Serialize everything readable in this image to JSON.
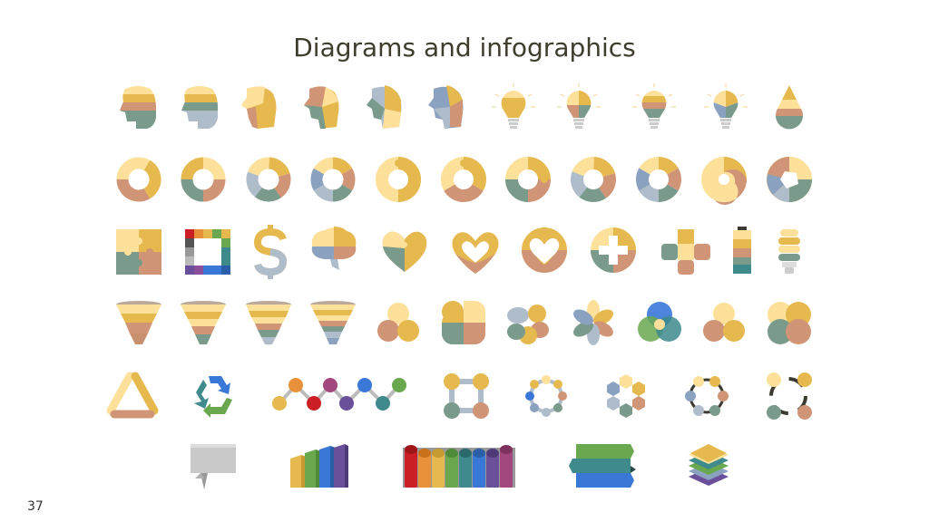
{
  "slide": {
    "title": "Diagrams and infographics",
    "page_number": "37"
  },
  "palette": {
    "yellow": "#e6b94f",
    "light_yellow": "#fde19b",
    "terracotta": "#d09476",
    "sage": "#7a9a8b",
    "slate": "#afbdca",
    "blue_grey": "#8ba1c0",
    "red": "#cc1f25",
    "orange": "#e8913a",
    "green": "#6aa84f",
    "blue": "#3a78d8",
    "purple": "#6a4f9a",
    "teal": "#3e8a8c",
    "grey": "#c9c9c9",
    "dark": "#3a3a30"
  },
  "icon_rows": [
    {
      "name": "heads-and-bulbs",
      "icons": [
        "head-stripes-icon",
        "head-stripes-icon",
        "head-puzzle-icon",
        "head-puzzle-icon",
        "head-puzzle-icon",
        "head-puzzle-icon",
        "bulb-stripes-icon",
        "bulb-segments-icon",
        "bulb-stripes-icon",
        "bulb-segments-icon",
        "drop-stripes-icon"
      ]
    },
    {
      "name": "rings",
      "icons": [
        "ring-cycle-icon",
        "ring-cycle-icon",
        "ring-cycle-icon",
        "ring-cycle-icon",
        "ring-puzzle-icon",
        "ring-puzzle-icon",
        "ring-puzzle-icon",
        "ring-puzzle-icon",
        "ring-puzzle-icon",
        "swirl-icon",
        "aperture-icon"
      ]
    },
    {
      "name": "shapes",
      "icons": [
        "puzzle-square-icon",
        "puzzle-frame-icon",
        "dollar-icon",
        "brain-puzzle-icon",
        "heart-puzzle-icon",
        "heart-ring-icon",
        "heart-circle-icon",
        "cross-circle-icon",
        "cross-puzzle-icon",
        "battery-icon",
        "lamp-icon"
      ]
    },
    {
      "name": "funnels-and-venn",
      "icons": [
        "funnel-icon",
        "funnel-icon",
        "funnel-icon",
        "funnel-icon",
        "venn-three-icon",
        "clover-icon",
        "flower-icon",
        "flower-six-icon",
        "venn-color-icon",
        "venn-three-icon",
        "venn-overlap-icon"
      ]
    },
    {
      "name": "cycles",
      "icons": [
        "triangle-cycle-icon",
        "recycle-icon",
        "timeline-dots-icon",
        "square-cycle-icon",
        "circle-nodes-icon",
        "hexagon-ring-icon",
        "circle-nodes-icon",
        "circle-arrows-icon"
      ]
    },
    {
      "name": "3d-shapes",
      "icons": [
        "speech-banner-icon",
        "bar-columns-icon",
        "color-tubes-icon",
        "ribbon-stack-icon",
        "layer-stack-icon"
      ]
    }
  ]
}
